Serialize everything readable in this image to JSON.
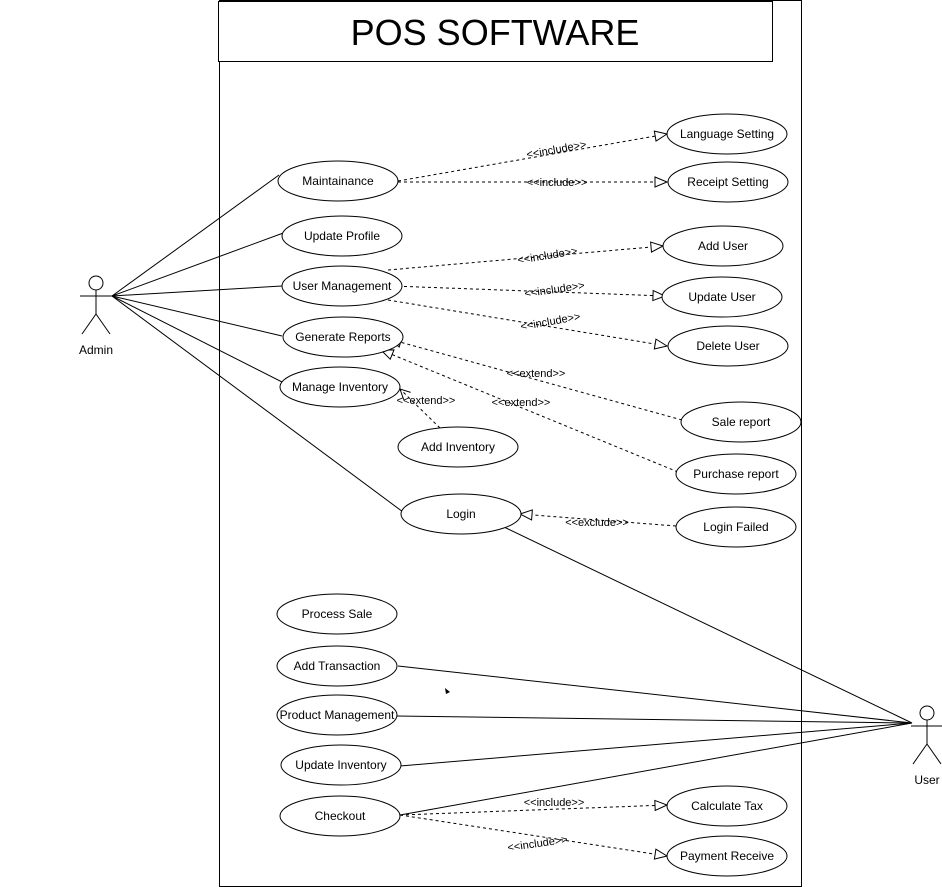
{
  "title": "POS SOFTWARE",
  "actors": {
    "admin": "Admin",
    "user": "User"
  },
  "use_cases": {
    "maintainance": "Maintainance",
    "update_profile": "Update Profile",
    "user_management": "User Management",
    "generate_reports": "Generate Reports",
    "manage_inventory": "Manage Inventory",
    "add_inventory": "Add Inventory",
    "login": "Login",
    "login_failed": "Login Failed",
    "language_setting": "Language Setting",
    "receipt_setting": "Receipt Setting",
    "add_user": "Add User",
    "update_user": "Update User",
    "delete_user": "Delete User",
    "sale_report": "Sale report",
    "purchase_report": "Purchase report",
    "process_sale": "Process Sale",
    "add_transaction": "Add Transaction",
    "product_management": "Product Management",
    "update_inventory": "Update Inventory",
    "checkout": "Checkout",
    "calculate_tax": "Calculate Tax",
    "payment_receive": "Payment Receive"
  },
  "relations": {
    "include_language": "<<include>>",
    "include_receipt": "<<include>>",
    "include_add_user": "<<include>>",
    "include_update_user": "<<include>>",
    "include_delete_user": "<<include>>",
    "extend_sale": "<<extend>>",
    "extend_purchase": "<<extend>>",
    "extend_inventory": "<<extend>>",
    "exclude_login": "<<exclude>>",
    "include_tax": "<<include>>",
    "include_payment": "<<include>>"
  }
}
